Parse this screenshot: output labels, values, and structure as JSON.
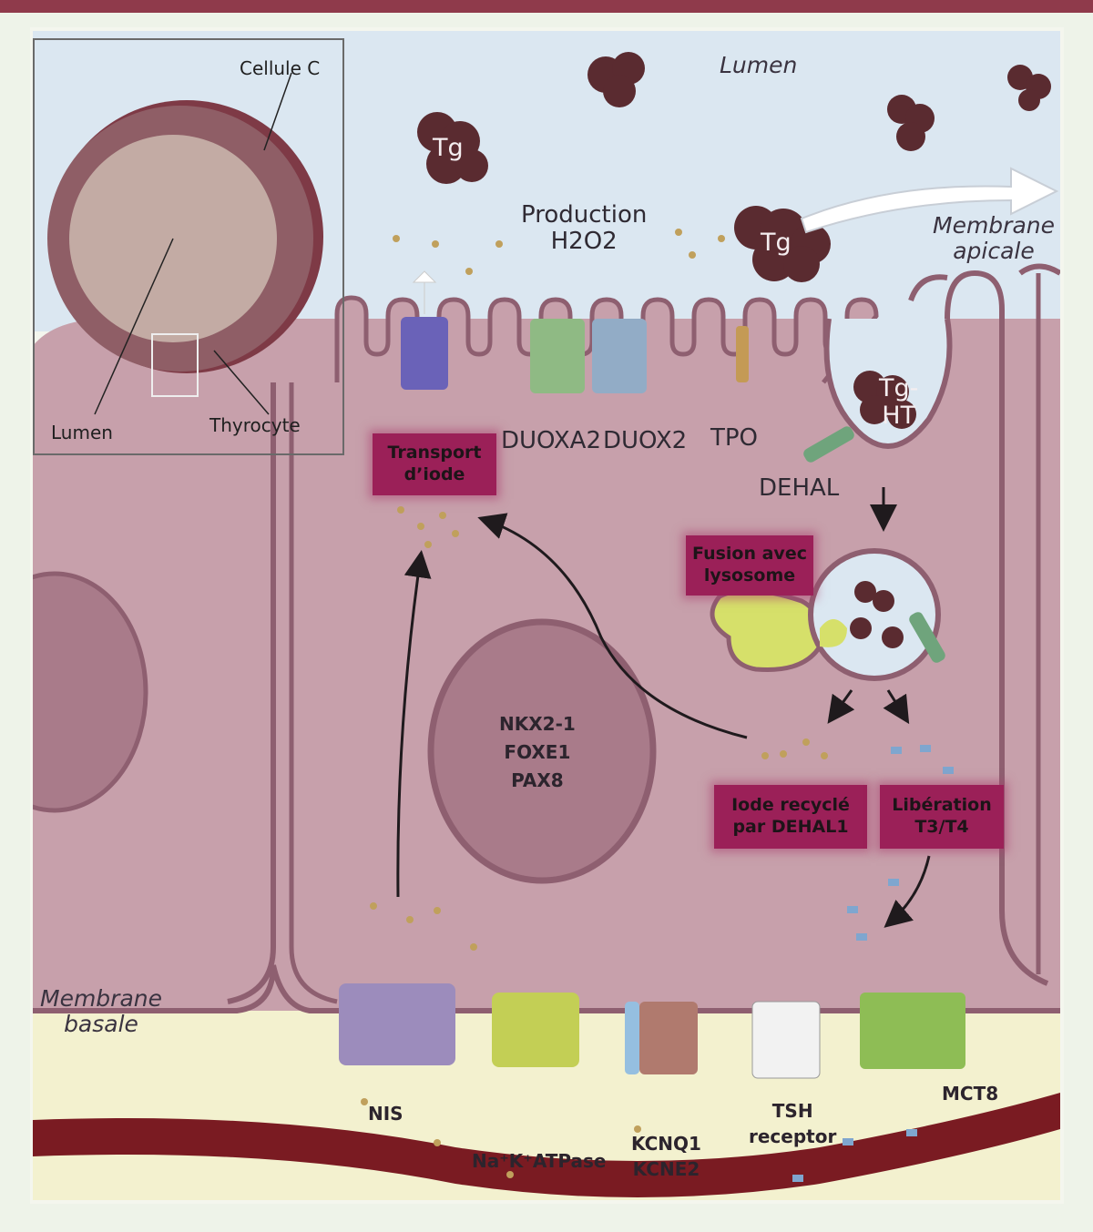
{
  "colors": {
    "cytoplasm": "#c7a0ab",
    "membrane": "#b88899",
    "lumen": "#dbe7f1",
    "basal_space": "#f3f1cf",
    "label_box": "#9b2058",
    "tg": "#5a2b30",
    "nis": "#9c8cbc",
    "atpase": "#c3cf55",
    "duoxa2": "#8fba84",
    "duox2": "#92acc6",
    "tpo": "#c49a55",
    "dehal": "#6fa47c",
    "mct8": "#8ebd55",
    "tsh_receptor": "#f2f2f2",
    "kcnq1": "#95bfe0",
    "kcne2": "#b07a6e"
  },
  "inset": {
    "cellule_c": "Cellule C",
    "lumen": "Lumen",
    "thyrocyte": "Thyrocyte"
  },
  "labels": {
    "lumen": "Lumen",
    "membrane_apicale_1": "Membrane",
    "membrane_apicale_2": "apicale",
    "membrane_basale_1": "Membrane",
    "membrane_basale_2": "basale",
    "production_1": "Production",
    "production_2": "H2O2",
    "duoxa2": "DUOXA2",
    "duox2": "DUOX2",
    "tpo": "TPO",
    "dehal": "DEHAL",
    "tg": "Tg",
    "tg_ht_1": "Tg-",
    "tg_ht_2": "HT",
    "nucleus_1": "NKX2-1",
    "nucleus_2": "FOXE1",
    "nucleus_3": "PAX8",
    "nis": "NIS",
    "atpase": "Na⁺K⁺ATPase",
    "kcnq1": "KCNQ1",
    "kcne2": "KCNE2",
    "tsh_1": "TSH",
    "tsh_2": "receptor",
    "mct8": "MCT8"
  },
  "boxes": {
    "transport_1": "Transport",
    "transport_2": "d’iode",
    "fusion_1": "Fusion avec",
    "fusion_2": "lysosome",
    "iode_1": "Iode recyclé",
    "iode_2": "par DEHAL1",
    "liberation_1": "Libération",
    "liberation_2": "T3/T4"
  }
}
